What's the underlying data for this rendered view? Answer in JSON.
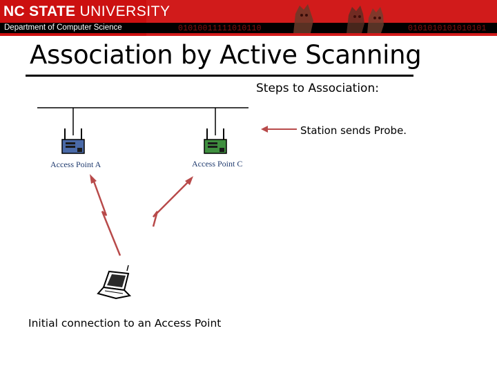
{
  "header": {
    "university": "NC STATE",
    "university_suffix": "UNIVERSITY",
    "department": "Department of Computer Science",
    "binary_left": "01010011111010110",
    "binary_right": "0101010101010101"
  },
  "slide": {
    "title": "Association by Active Scanning",
    "steps_heading": "Steps to Association:",
    "step_1": "Station sends Probe.",
    "caption": "Initial connection to an Access Point"
  },
  "diagram": {
    "access_point_a_label": "Access Point A",
    "access_point_c_label": "Access Point C"
  },
  "colors": {
    "banner_red": "#d11b1b",
    "arrow_red": "#b84a4a",
    "ap_a_body": "#4a6aa8",
    "ap_c_body": "#3f8f3f",
    "label_blue": "#1f3a6e"
  }
}
